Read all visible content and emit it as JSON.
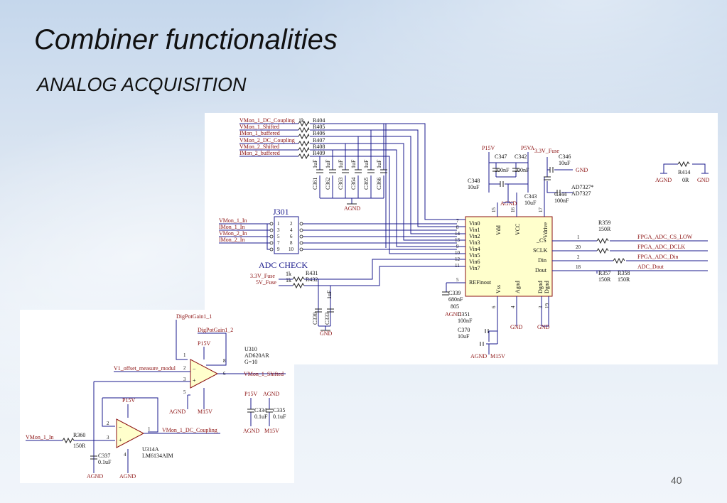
{
  "slide": {
    "title": "Combiner functionalities",
    "subtitle": "ANALOG ACQUISITION",
    "page_number": "40"
  },
  "schematic_main": {
    "input_nets": [
      "VMon_1_DC_Coupling",
      "VMon_1_Shifted",
      "IMon_1_buffered",
      "VMon_2_DC_Coupling",
      "VMon_2_Shifted",
      "IMon_2_buffered"
    ],
    "input_resistors": [
      "R404",
      "R405",
      "R406",
      "R407",
      "R408",
      "R409"
    ],
    "input_res_value": "1k",
    "filter_caps": [
      "C361",
      "C362",
      "C363",
      "C364",
      "C365",
      "C366"
    ],
    "filter_cap_value": "1uF",
    "agnd": "AGND",
    "gnd": "GND",
    "connector": {
      "ref": "J301",
      "nets": [
        "VMon_1_In",
        "IMon_1_In",
        "VMon_2_In",
        "IMon_2_In"
      ],
      "left_pins": [
        "1",
        "3",
        "5",
        "7",
        "9"
      ],
      "right_pins": [
        "2",
        "4",
        "6",
        "8",
        "10"
      ]
    },
    "adc_check": {
      "label": "ADC CHECK",
      "nets": [
        "3.3V_Fuse",
        "5V_Fuse"
      ],
      "resistors": [
        "R431",
        "R432"
      ],
      "res_value": "1k",
      "caps": [
        "C330",
        "C333"
      ],
      "cap_value": "1uF"
    },
    "adc": {
      "ref": "AD7327*",
      "part": "AD7327",
      "left_pin_numbers": [
        "7",
        "8",
        "14",
        "13",
        "9",
        "10",
        "12",
        "11"
      ],
      "left_pins": [
        "Vin0",
        "Vin1",
        "Vin2",
        "Vin3",
        "Vin4",
        "Vin5",
        "Vin6",
        "Vin7"
      ],
      "refout_pin": "5",
      "refout": "REFinout",
      "top_pins": [
        "Vdd",
        "VCC",
        "Vdrive"
      ],
      "top_pin_numbers": [
        "15",
        "16",
        "17"
      ],
      "bottom_pins": [
        "Vss",
        "Agnd",
        "Dgnd",
        "Dgnd"
      ],
      "bottom_pin_numbers": [
        "6",
        "4",
        "3",
        "19"
      ],
      "right_pins": [
        "_CS",
        "SCLK",
        "Din",
        "Dout"
      ],
      "right_pin_numbers": [
        "1",
        "20",
        "2",
        "18"
      ]
    },
    "supply": {
      "p15v": "P15V",
      "p5va": "P5VA",
      "v33": "3.3V_Fuse",
      "m15v": "M15V"
    },
    "decoupling": [
      {
        "ref": "C347",
        "value": "100nF"
      },
      {
        "ref": "C342",
        "value": "100nF"
      },
      {
        "ref": "C346",
        "value": "10uF"
      },
      {
        "ref": "C348",
        "value": "10uF"
      },
      {
        "ref": "C343",
        "value": "10uF"
      },
      {
        "ref": "C344",
        "value": "100nF"
      },
      {
        "ref": "C339",
        "value": "680nF"
      },
      {
        "ref": "C351",
        "value": "100nF"
      },
      {
        "ref": "C370",
        "value": "10uF"
      }
    ],
    "c339_package": "805",
    "r414": {
      "ref": "R414",
      "value": "0R"
    },
    "series_res": [
      {
        "ref": "R359",
        "value": "150R"
      },
      {
        "ref": "R357",
        "value": "150R"
      },
      {
        "ref": "R358",
        "value": "150R"
      }
    ],
    "fpga_nets": [
      "FPGA_ADC_CS_LOW",
      "FPGA_ADC_DCLK",
      "FPGA_ADC_Din",
      "ADC_Dout"
    ]
  },
  "schematic_front": {
    "digpot": [
      "DigPotGain1_1",
      "DigPotGain1_2"
    ],
    "inamp": {
      "ref": "U310",
      "part": "AD620AR",
      "gain": "G=10"
    },
    "offset_net": "V1_offset_measure_modul",
    "out_net": "VMon_1_Shifted",
    "opamp": {
      "ref": "U314A",
      "part": "LM6134AIM"
    },
    "opamp_out_net": "VMon_1_DC_Coupling",
    "in_net": "VMon_1_In",
    "r360": {
      "ref": "R360",
      "value": "150R"
    },
    "c337": {
      "ref": "C337",
      "value": "0.1uF"
    },
    "c334": {
      "ref": "C334",
      "value": "0.1uF"
    },
    "c335": {
      "ref": "C335",
      "value": "0.1uF"
    },
    "p15v": "P15V",
    "m15v": "M15V",
    "agnd": "AGND",
    "pins_u310": [
      "1",
      "2",
      "3",
      "5",
      "6",
      "8"
    ],
    "pins_u314": [
      "2",
      "3",
      "1",
      "4"
    ]
  }
}
